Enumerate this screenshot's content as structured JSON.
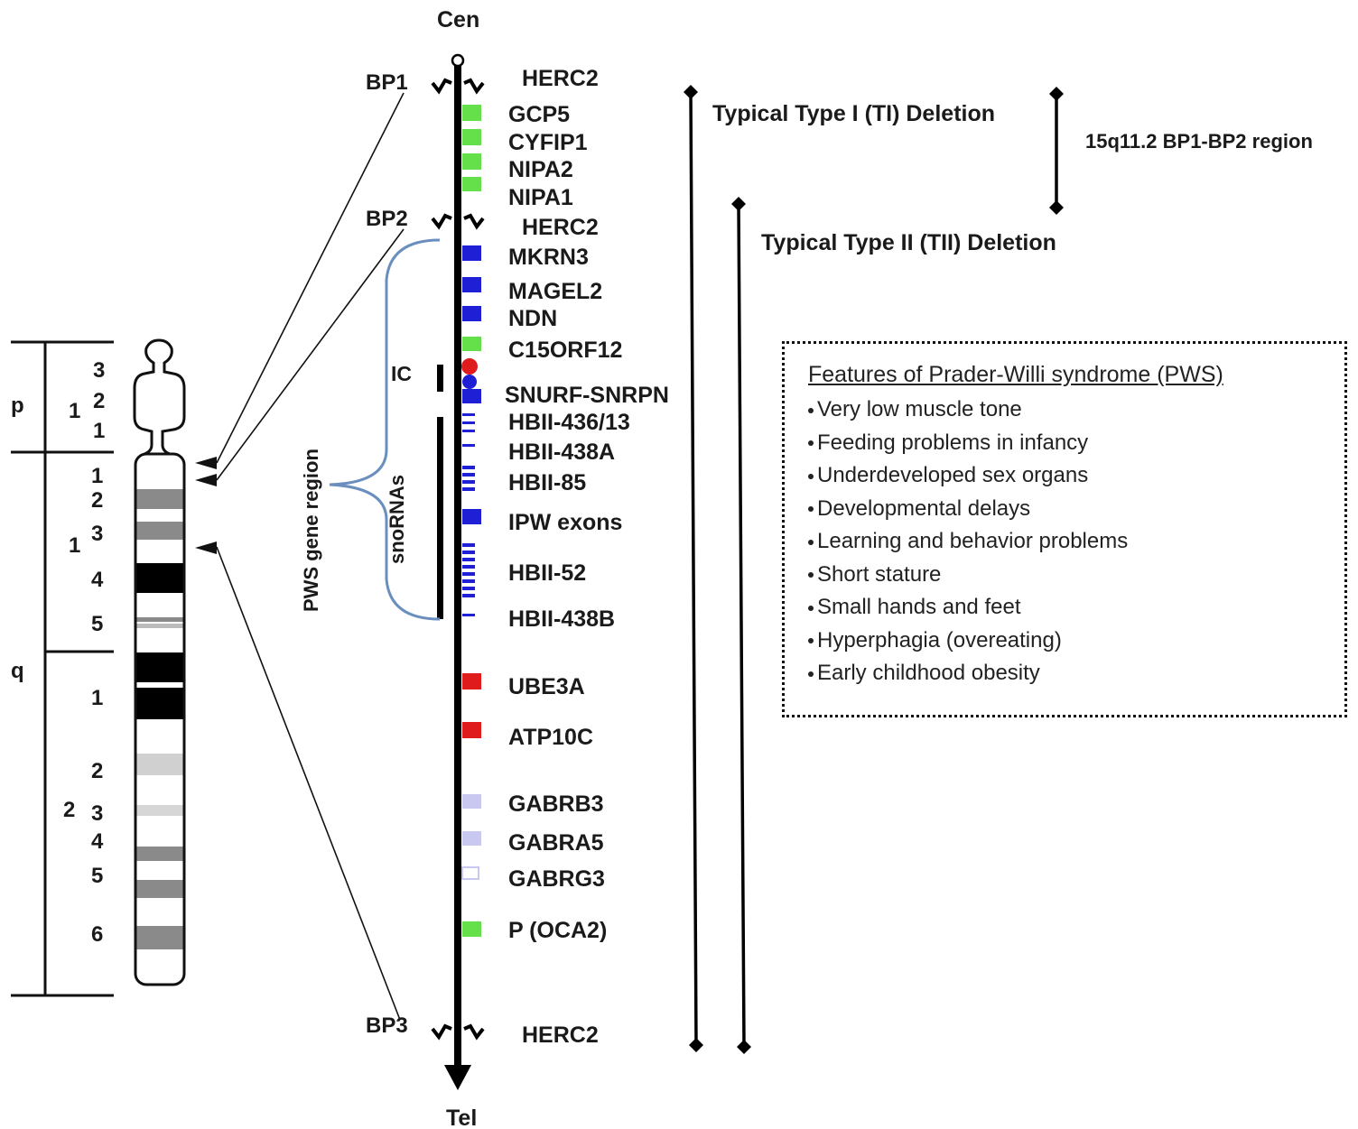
{
  "labels": {
    "cen": "Cen",
    "tel": "Tel",
    "pws_region": "PWS gene region",
    "snornas": "snoRNAs",
    "ic": "IC",
    "tI_deletion": "Typical Type I (TI) Deletion",
    "tII_deletion": "Typical Type II (TII) Deletion",
    "bp1_bp2_region": "15q11.2 BP1-BP2 region"
  },
  "breakpoints": [
    {
      "label": "BP1",
      "gene": "HERC2"
    },
    {
      "label": "BP2",
      "gene": "HERC2"
    },
    {
      "label": "BP3",
      "gene": "HERC2"
    }
  ],
  "genes": [
    {
      "name": "GCP5",
      "color": "#66e04a"
    },
    {
      "name": "CYFIP1",
      "color": "#66e04a"
    },
    {
      "name": "NIPA2",
      "color": "#66e04a"
    },
    {
      "name": "NIPA1",
      "color": "#66e04a"
    },
    {
      "name": "MKRN3",
      "color": "#1f1fd6"
    },
    {
      "name": "MAGEL2",
      "color": "#1f1fd6"
    },
    {
      "name": "NDN",
      "color": "#1f1fd6"
    },
    {
      "name": "C15ORF12",
      "color": "#66e04a"
    },
    {
      "name": "SNURF-SNRPN",
      "color": "#1f1fd6"
    },
    {
      "name": "HBII-436/13",
      "color": "#1f1fd6"
    },
    {
      "name": "HBII-438A",
      "color": "#1f1fd6"
    },
    {
      "name": "HBII-85",
      "color": "#1f1fd6"
    },
    {
      "name": "IPW exons",
      "color": "#1f1fd6"
    },
    {
      "name": "HBII-52",
      "color": "#1f1fd6"
    },
    {
      "name": "HBII-438B",
      "color": "#1f1fd6"
    },
    {
      "name": "UBE3A",
      "color": "#e01b1b"
    },
    {
      "name": "ATP10C",
      "color": "#e01b1b"
    },
    {
      "name": "GABRB3",
      "color": "#c8c8f0"
    },
    {
      "name": "GABRA5",
      "color": "#c8c8f0"
    },
    {
      "name": "GABRG3",
      "color": "#c8c8f0"
    },
    {
      "name": "P (OCA2)",
      "color": "#66e04a"
    }
  ],
  "ideogram": {
    "arms": [
      "p",
      "q"
    ],
    "regions": [
      "1",
      "1",
      "2"
    ],
    "bands": [
      "3",
      "2",
      "1",
      "1",
      "2",
      "3",
      "4",
      "5",
      "1",
      "2",
      "3",
      "4",
      "5",
      "6"
    ]
  },
  "features": {
    "title": "Features of Prader-Willi syndrome (PWS)",
    "items": [
      "Very low muscle tone",
      "Feeding problems in infancy",
      "Underdeveloped sex organs",
      "Developmental delays",
      "Learning and behavior problems",
      "Short stature",
      "Small hands and feet",
      "Hyperphagia (overeating)",
      "Early childhood obesity"
    ]
  }
}
